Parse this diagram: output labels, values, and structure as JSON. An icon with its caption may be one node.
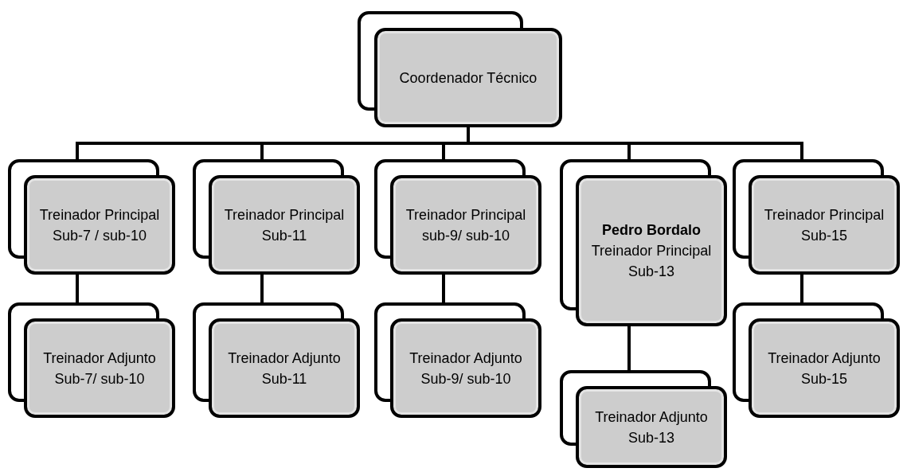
{
  "diagram": {
    "nodes": [
      {
        "text": [
          "Coordenador Técnico"
        ]
      },
      {
        "text": [
          "Treinador Principal Sub-7 / sub-10"
        ]
      },
      {
        "text": [
          "Treinador Principal Sub-11"
        ]
      },
      {
        "text": [
          "Treinador Principal sub-9/ sub-10"
        ]
      },
      {
        "text": [
          "Pedro Bordalo",
          "Treinador Principal Sub-13"
        ]
      },
      {
        "text": [
          "Treinador Principal Sub-15"
        ]
      },
      {
        "text": [
          "Treinador Adjunto Sub-7/ sub-10"
        ]
      },
      {
        "text": [
          "Treinador Adjunto Sub-11"
        ]
      },
      {
        "text": [
          "Treinador Adjunto Sub-9/ sub-10"
        ]
      },
      {
        "text": [
          "Treinador Adjunto Sub-13"
        ]
      },
      {
        "text": [
          "Treinador Adjunto Sub-15"
        ]
      }
    ],
    "edges": [
      {
        "from": 0,
        "to": 1,
        "arrow": "none"
      },
      {
        "from": 0,
        "to": 2,
        "arrow": "none"
      },
      {
        "from": 0,
        "to": 3,
        "arrow": "none"
      },
      {
        "from": 0,
        "to": 4,
        "arrow": "none"
      },
      {
        "from": 0,
        "to": 5,
        "arrow": "none"
      },
      {
        "from": 1,
        "to": 6,
        "arrow": "none"
      },
      {
        "from": 2,
        "to": 7,
        "arrow": "none"
      },
      {
        "from": 3,
        "to": 8,
        "arrow": "none"
      },
      {
        "from": 4,
        "to": 9,
        "arrow": "none"
      },
      {
        "from": 5,
        "to": 10,
        "arrow": "none"
      }
    ]
  }
}
